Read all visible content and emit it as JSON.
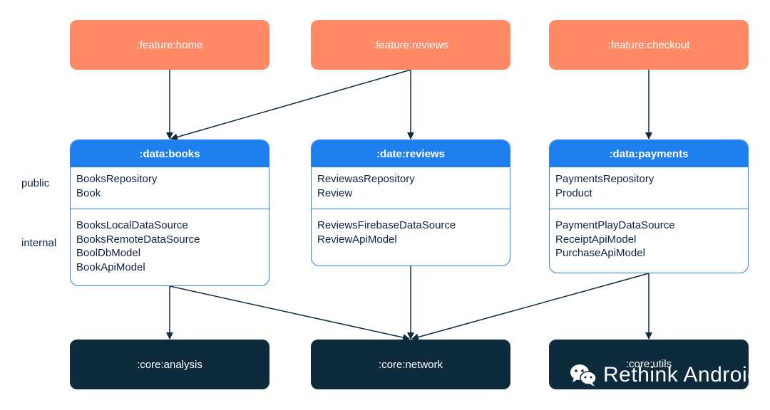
{
  "features": [
    ":feature:home",
    ":feature:reviews",
    ":feature:checkout"
  ],
  "side_labels": {
    "public": "public",
    "internal": "internal"
  },
  "data_modules": [
    {
      "title": ":data:books",
      "public": [
        "BooksRepository",
        "Book"
      ],
      "internal": [
        "BooksLocalDataSource",
        "BooksRemoteDataSource",
        "BoolDbModel",
        "BookApiModel"
      ]
    },
    {
      "title": ":date:reviews",
      "public": [
        "ReviewasRepository",
        "Review"
      ],
      "internal": [
        "ReviewsFirebaseDataSource",
        "ReviewApiModel"
      ]
    },
    {
      "title": ":data:payments",
      "public": [
        "PaymentsRepository",
        "Product"
      ],
      "internal": [
        "PaymentPlayDataSource",
        "ReceiptApiModel",
        "PurchaseApiModel"
      ]
    }
  ],
  "cores": [
    ":core:analysis",
    ":core:network",
    ":core:utils"
  ],
  "watermark": {
    "text": "Rethink Android",
    "icon": "wechat-icon"
  },
  "colors": {
    "feature": "#ff8a65",
    "data_header": "#1e80ef",
    "data_border": "#2f80ed",
    "core": "#0d2b3c",
    "arrow": "#0d2b3c"
  }
}
